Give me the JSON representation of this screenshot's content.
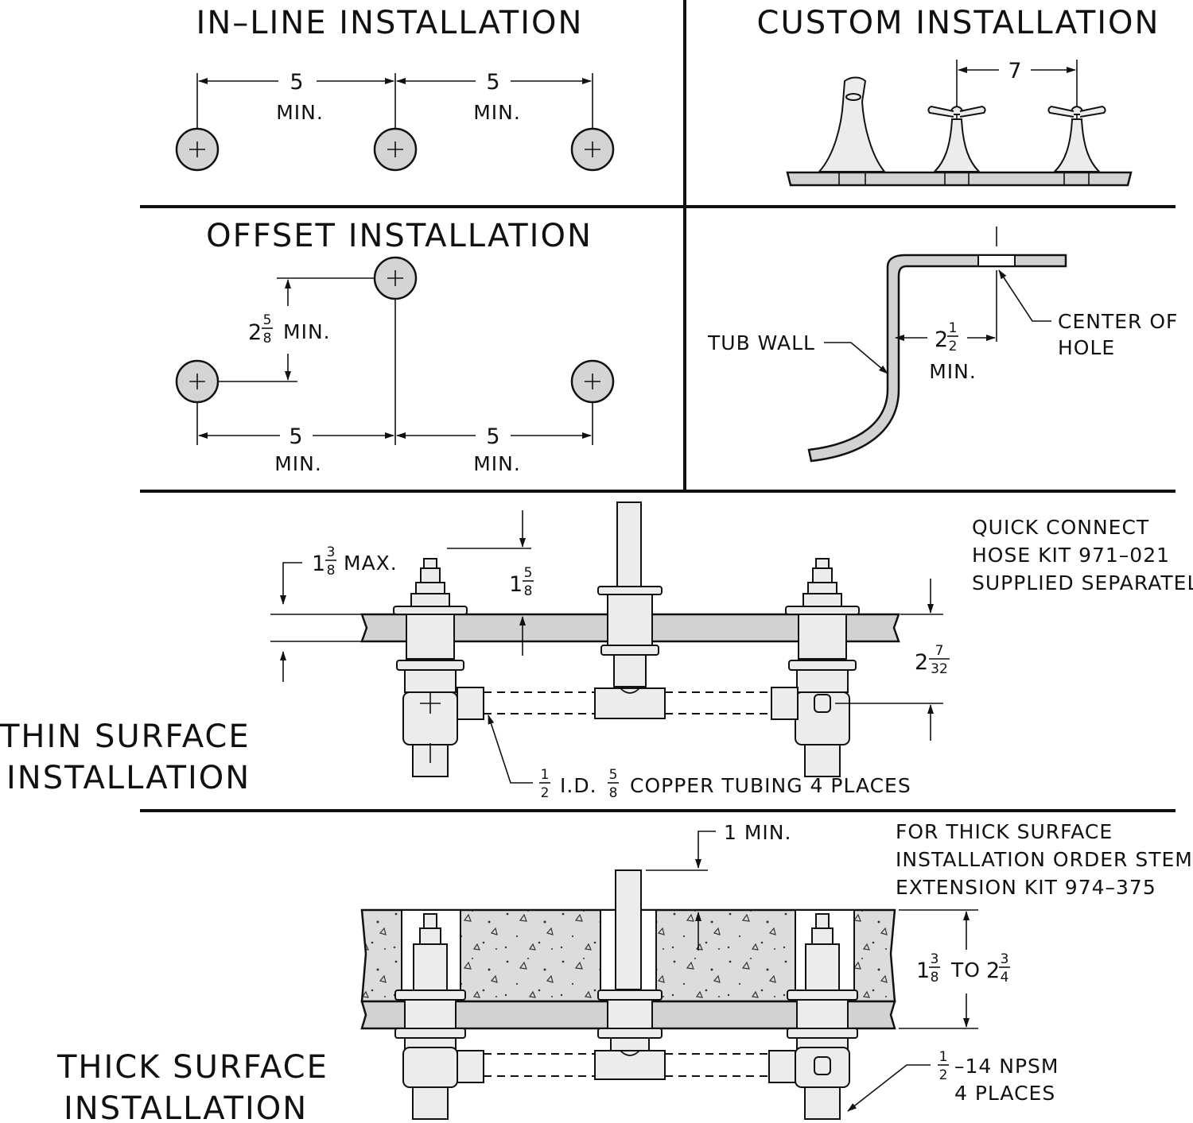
{
  "panels": {
    "inline": {
      "title": "IN–LINE INSTALLATION",
      "dim_left": "5",
      "dim_left_sub": "MIN.",
      "dim_right": "5",
      "dim_right_sub": "MIN."
    },
    "custom": {
      "title": "CUSTOM INSTALLATION",
      "dim": "7"
    },
    "offset": {
      "title": "OFFSET INSTALLATION",
      "vert_whole": "2",
      "vert_num": "5",
      "vert_den": "8",
      "vert_sub": "MIN.",
      "dim_left": "5",
      "dim_left_sub": "MIN.",
      "dim_right": "5",
      "dim_right_sub": "MIN."
    },
    "tubwall": {
      "tub_wall_label": "TUB WALL",
      "dim_whole": "2",
      "dim_num": "1",
      "dim_den": "2",
      "dim_sub": "MIN.",
      "center_line1": "CENTER OF",
      "center_line2": "HOLE"
    },
    "thin": {
      "title_line1": "THIN SURFACE",
      "title_line2": "INSTALLATION",
      "max_whole": "1",
      "max_num": "3",
      "max_den": "8",
      "max_sub": "MAX.",
      "spout_whole": "1",
      "spout_num": "5",
      "spout_den": "8",
      "height_whole": "2",
      "height_num": "7",
      "height_den": "32",
      "note_line1": "QUICK CONNECT",
      "note_line2": "HOSE KIT 971–021",
      "note_line3": "SUPPLIED SEPARATELY",
      "tube_a_num": "1",
      "tube_a_den": "2",
      "tube_id": "I.D.",
      "tube_b_num": "5",
      "tube_b_den": "8",
      "tube_text": "COPPER TUBING 4 PLACES"
    },
    "thick": {
      "title_line1": "THICK SURFACE",
      "title_line2": "INSTALLATION",
      "min_label": "1 MIN.",
      "note_line1": "FOR THICK SURFACE",
      "note_line2": "INSTALLATION ORDER STEM",
      "note_line3": "EXTENSION KIT 974–375",
      "range_a_whole": "1",
      "range_a_num": "3",
      "range_a_den": "8",
      "range_to": "TO",
      "range_b_whole": "2",
      "range_b_num": "3",
      "range_b_den": "4",
      "thread_num": "1",
      "thread_den": "2",
      "thread_text": "–14 NPSM",
      "thread_places": "4 PLACES"
    }
  }
}
